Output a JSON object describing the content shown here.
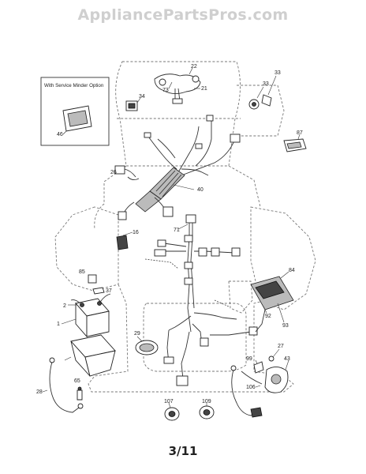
{
  "watermark": "AppliancePartsPros.com",
  "page_number": "3/11",
  "inset": {
    "title": "With Service Minder Option",
    "part": "46"
  },
  "callouts": {
    "p22": "22",
    "p73": "73",
    "p21": "21",
    "p34": "34",
    "p33a": "33",
    "p33b": "33",
    "p87": "87",
    "p46": "46",
    "p26": "26",
    "p40": "40",
    "p71": "71",
    "p16": "16",
    "p85": "85",
    "p37": "37",
    "p2": "2",
    "p1": "1",
    "p84": "84",
    "p92": "92",
    "p93": "93",
    "p29": "29",
    "p27": "27",
    "p99": "99",
    "p43": "43",
    "p106": "106",
    "p28": "28",
    "p65": "65",
    "p107": "107",
    "p109": "109"
  }
}
